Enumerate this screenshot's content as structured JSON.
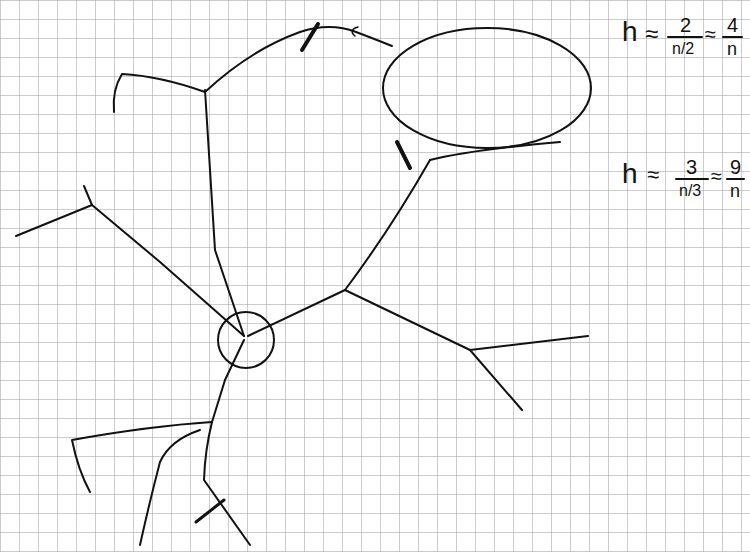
{
  "diagram": {
    "labels": [
      "h",
      "≈",
      "2",
      "n/2",
      "≈",
      "4",
      "n",
      "h",
      "≈",
      "3",
      "n/3",
      "≈",
      "9",
      "n"
    ]
  }
}
